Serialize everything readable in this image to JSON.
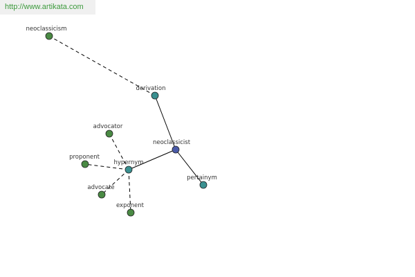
{
  "watermark": {
    "text": "http://www.artikata.com"
  },
  "colors": {
    "center_node": "#4a5aa8",
    "relation_node": "#3a9090",
    "word_node": "#4a8a44",
    "node_stroke": "#222222",
    "edge": "#000000",
    "label": "#333333",
    "watermark_text": "#3c9a3c",
    "watermark_bg": "#f0f0f0"
  },
  "graph": {
    "nodes": [
      {
        "id": "neoclassicist",
        "label": "neoclassicist",
        "kind": "center"
      },
      {
        "id": "derivation",
        "label": "derivation",
        "kind": "relation"
      },
      {
        "id": "hypernym",
        "label": "hypernym",
        "kind": "relation"
      },
      {
        "id": "pertainym",
        "label": "pertainym",
        "kind": "relation"
      },
      {
        "id": "neoclassicism",
        "label": "neoclassicism",
        "kind": "word"
      },
      {
        "id": "advocator",
        "label": "advocator",
        "kind": "word"
      },
      {
        "id": "proponent",
        "label": "proponent",
        "kind": "word"
      },
      {
        "id": "advocate",
        "label": "advocate",
        "kind": "word"
      },
      {
        "id": "exponent",
        "label": "exponent",
        "kind": "word"
      }
    ],
    "edges": [
      {
        "from": "neoclassicist",
        "to": "derivation",
        "style": "solid"
      },
      {
        "from": "neoclassicist",
        "to": "hypernym",
        "style": "solid"
      },
      {
        "from": "neoclassicist",
        "to": "pertainym",
        "style": "solid"
      },
      {
        "from": "derivation",
        "to": "neoclassicism",
        "style": "dashed"
      },
      {
        "from": "hypernym",
        "to": "advocator",
        "style": "dashed"
      },
      {
        "from": "hypernym",
        "to": "proponent",
        "style": "dashed"
      },
      {
        "from": "hypernym",
        "to": "advocate",
        "style": "dashed"
      },
      {
        "from": "hypernym",
        "to": "exponent",
        "style": "dashed"
      }
    ]
  }
}
